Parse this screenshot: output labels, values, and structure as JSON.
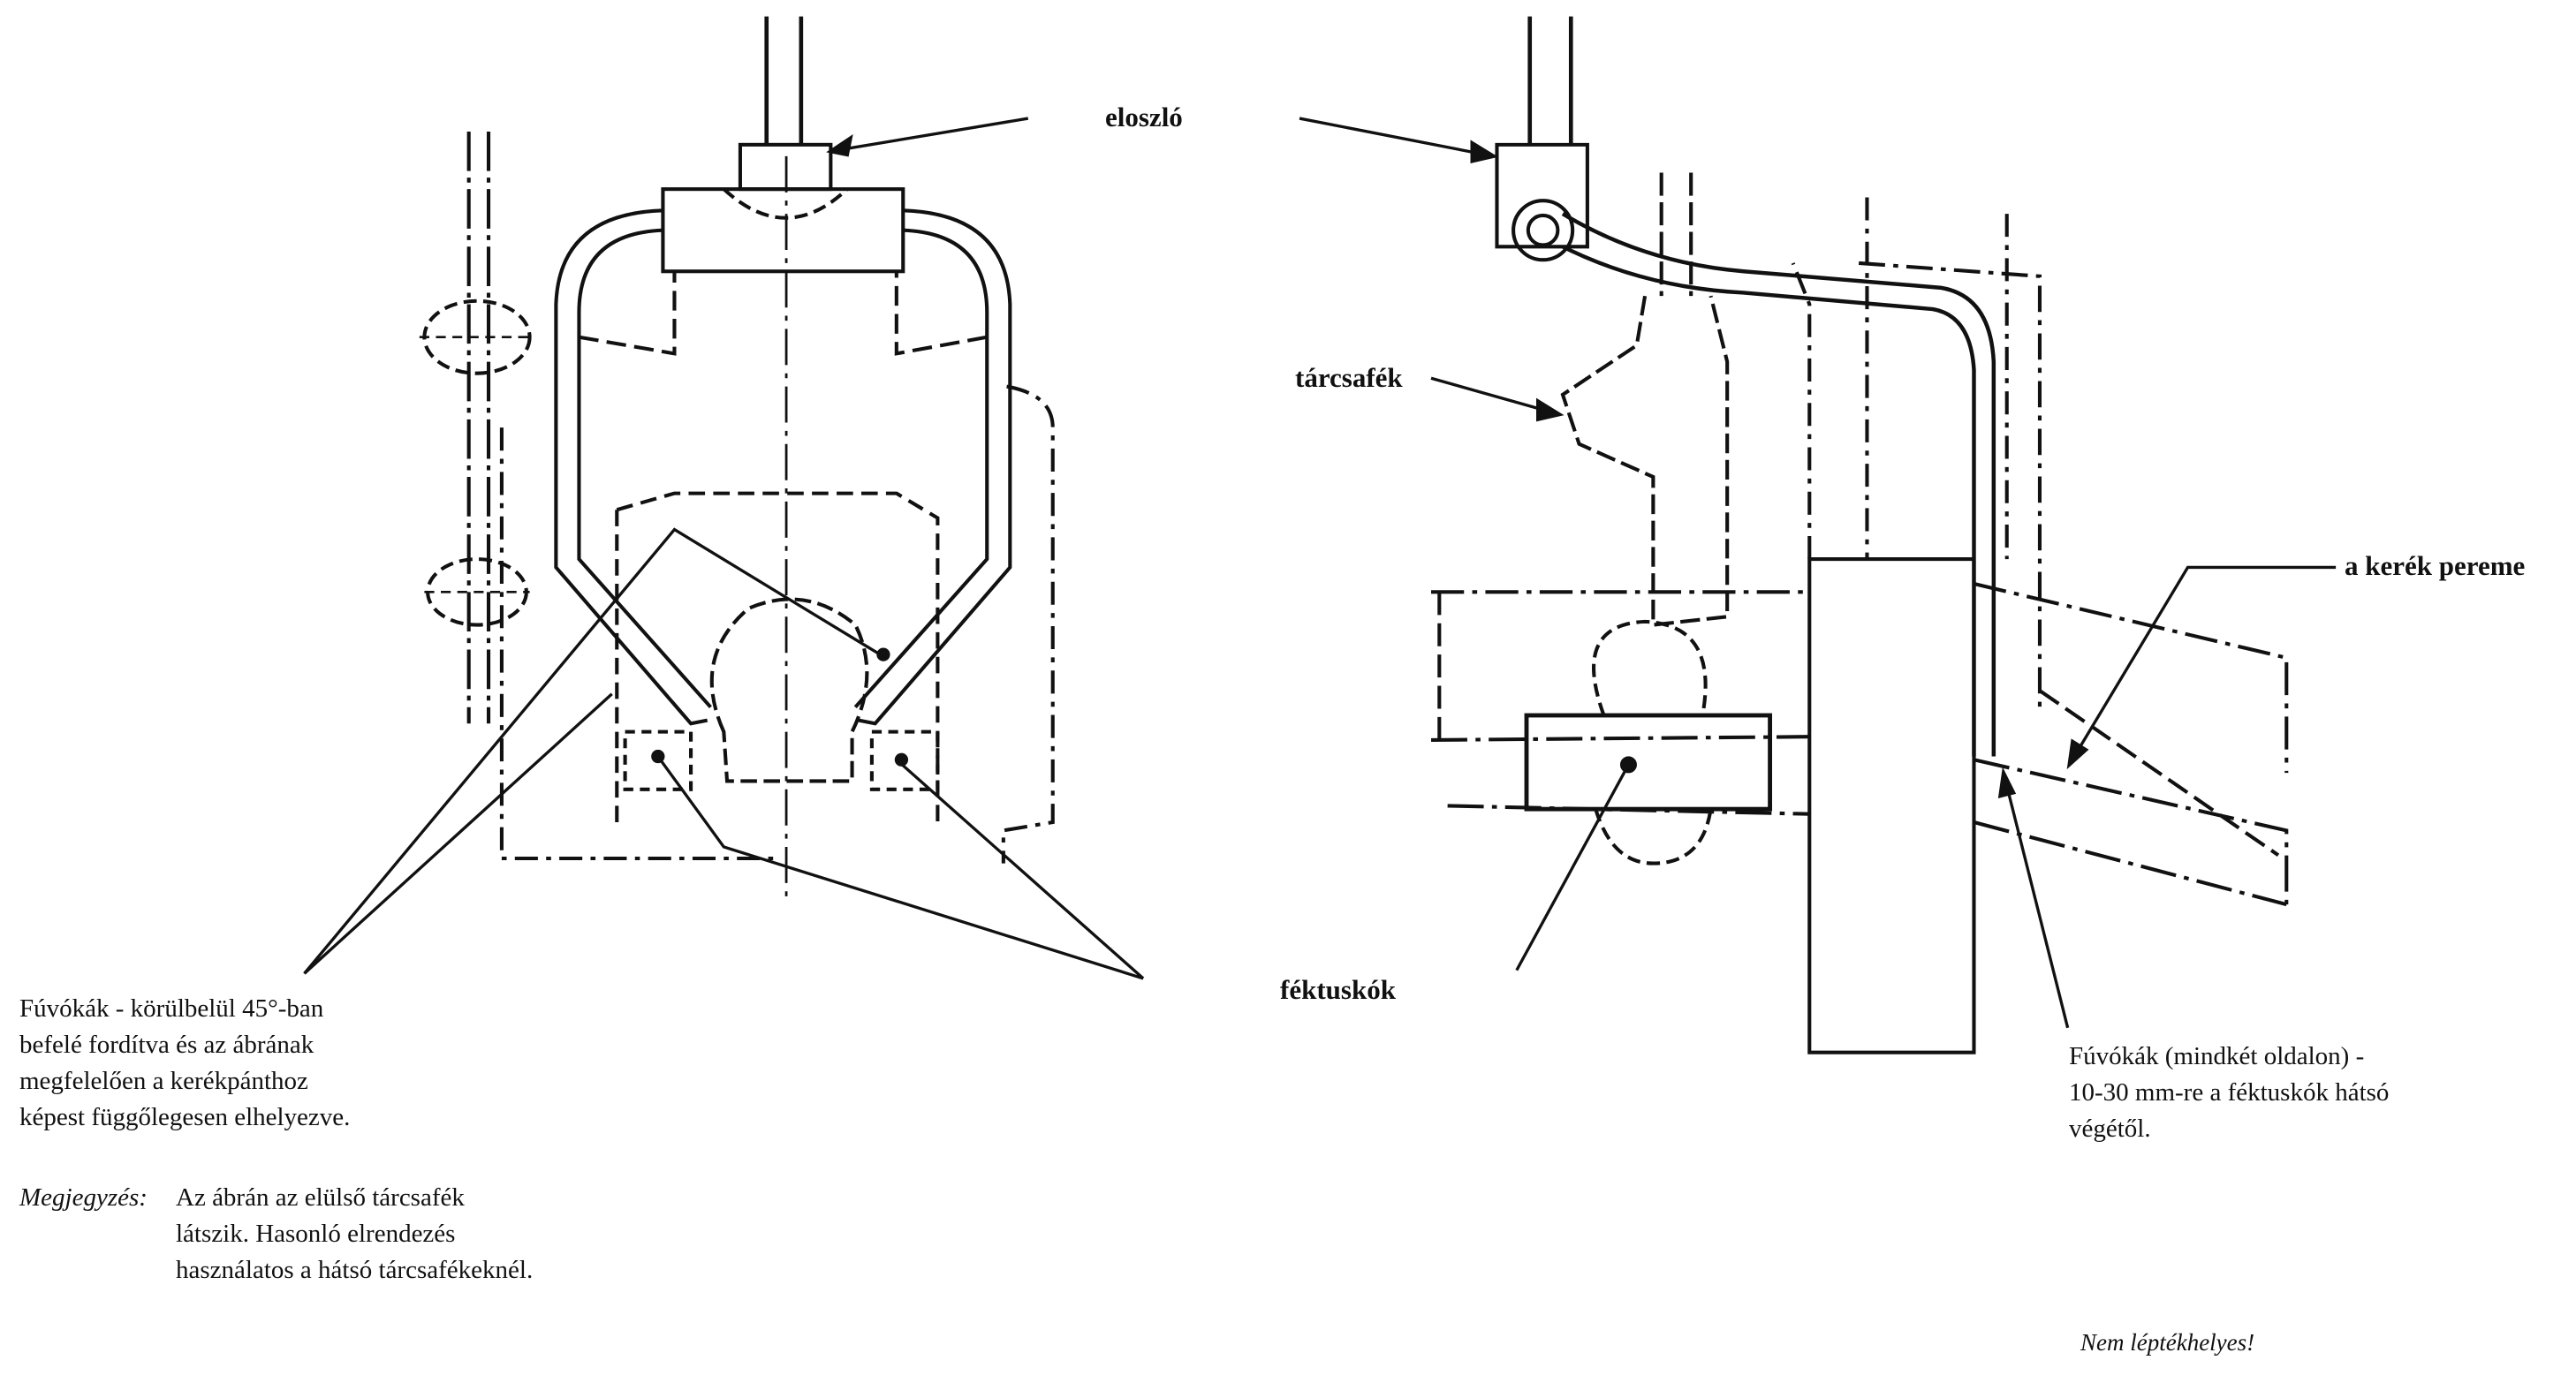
{
  "labels": {
    "distributor": "eloszló",
    "disc_brake": "tárcsafék",
    "brake_blocks": "féktuskók",
    "wheel_flange": "a kerék pereme"
  },
  "left_note": {
    "lines": [
      "Fúvókák - körülbelül 45°-ban",
      "befelé fordítva és az ábrának",
      "megfelelően a kerékpánthoz",
      "képest függőlegesen elhelyezve."
    ]
  },
  "remark": {
    "label": "Megjegyzés:",
    "lines": [
      "Az ábrán az elülső tárcsafék",
      "látszik. Hasonló elrendezés",
      "használatos a hátsó tárcsafékeknél."
    ]
  },
  "right_note": {
    "lines": [
      "Fúvókák (mindkét oldalon) -",
      "10-30 mm-re a féktuskók hátsó",
      "végétől."
    ]
  },
  "scale_note": "Nem léptékhelyes!"
}
